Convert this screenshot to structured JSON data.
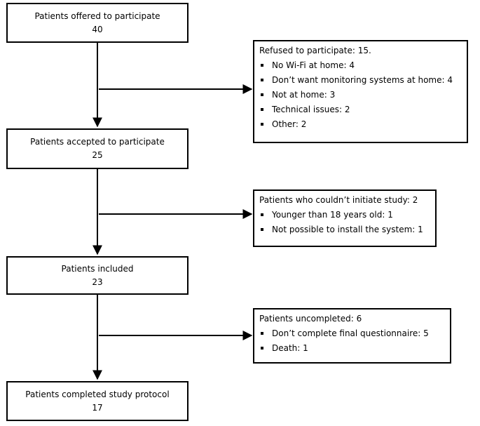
{
  "stages": [
    {
      "label": "Patients offered to participate",
      "count": "40"
    },
    {
      "label": "Patients accepted to participate",
      "count": "25"
    },
    {
      "label": "Patients included",
      "count": "23"
    },
    {
      "label": "Patients completed study protocol",
      "count": "17"
    }
  ],
  "exclusions": [
    {
      "heading": "Refused to participate: 15.",
      "items": [
        "No Wi-Fi at home: 4",
        "Don’t want monitoring systems at home: 4",
        "Not at home: 3",
        "Technical issues: 2",
        "Other: 2"
      ]
    },
    {
      "heading": "Patients who couldn’t initiate study: 2",
      "items": [
        "Younger than 18 years old: 1",
        "Not possible to install the system: 1"
      ]
    },
    {
      "heading": "Patients uncompleted: 6",
      "items": [
        "Don’t complete final questionnaire: 5",
        "Death: 1"
      ]
    }
  ]
}
